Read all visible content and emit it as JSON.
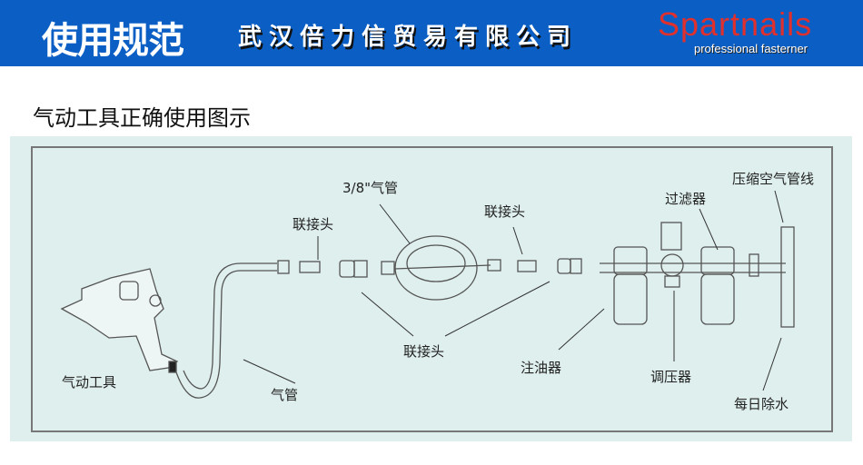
{
  "header": {
    "title": "使用规范",
    "company": "武汉倍力信贸易有限公司",
    "logo": "Spartnails",
    "logo_tagline": "professional fasterner"
  },
  "subtitle": "气动工具正确使用图示",
  "diagram": {
    "labels": {
      "tool": "气动工具",
      "hose": "气管",
      "coupler_top_left": "联接头",
      "hose_38": "3/8\"气管",
      "coupler_top_right": "联接头",
      "couplers_bottom": "联接头",
      "lubricator": "注油器",
      "filter": "过滤器",
      "regulator": "调压器",
      "compressed_air_line": "压缩空气管线",
      "drain_daily": "每日除水"
    }
  }
}
